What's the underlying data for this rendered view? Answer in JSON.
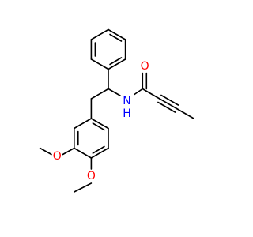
{
  "molecule": {
    "atoms": {
      "oxygen_carbonyl": "O",
      "nitrogen_amide": "N",
      "hydrogen_amide": "H",
      "oxygen_methoxy_upper": "O",
      "oxygen_methoxy_lower": "O"
    },
    "colors": {
      "bond": "#000000",
      "oxygen": "#ff0000",
      "nitrogen": "#0000ff",
      "background": "#ffffff"
    }
  }
}
